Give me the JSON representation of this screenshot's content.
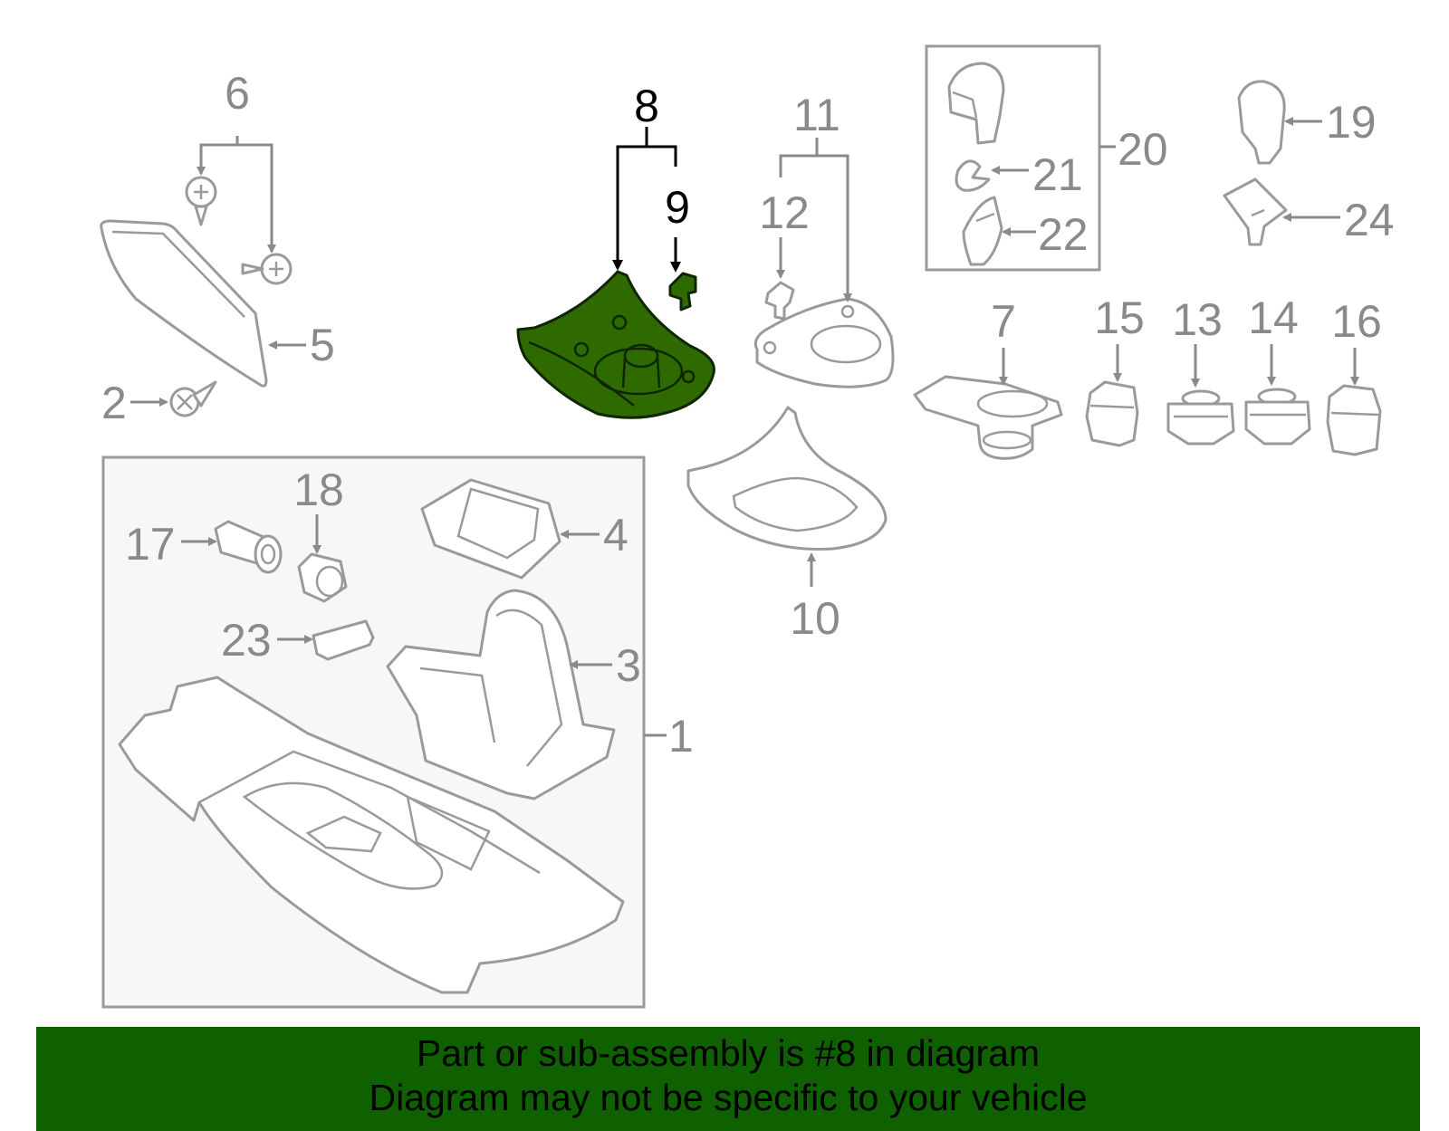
{
  "diagram": {
    "highlighted_part": "8",
    "highlight_color": "#2e6a00",
    "callouts": [
      "1",
      "2",
      "3",
      "4",
      "5",
      "6",
      "7",
      "8",
      "9",
      "10",
      "11",
      "12",
      "13",
      "14",
      "15",
      "16",
      "17",
      "18",
      "19",
      "20",
      "21",
      "22",
      "23",
      "24"
    ]
  },
  "banner": {
    "line1": "Part or sub-assembly is #8 in diagram",
    "line2": "Diagram may not be specific to your vehicle",
    "background": "#0f6100"
  }
}
